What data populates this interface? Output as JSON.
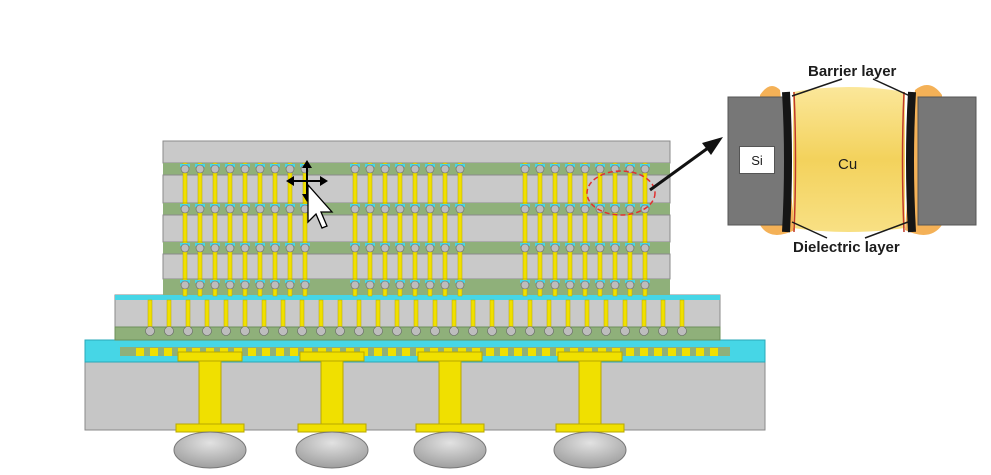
{
  "labels": {
    "barrier_layer": "Barrier layer",
    "dielectric_layer": "Dielectric layer",
    "silicon": "Si",
    "copper": "Cu"
  },
  "colors": {
    "silicon_gray": "#c9c9c9",
    "die_edge": "#8a8a8a",
    "tsv_yellow": "#f0e000",
    "bond_green": "#8fb07a",
    "underfill_cyan": "#46d6e6",
    "solder_gray": "#bdbdbd",
    "barrier_dark": "#151515",
    "dielectric_orange": "#f2a33a",
    "copper_yellow": "#f6d96a",
    "highlight_red": "#e03030"
  },
  "icons": {
    "cursor": "move-cursor-icon",
    "pointer": "arrow-pointer-icon"
  }
}
